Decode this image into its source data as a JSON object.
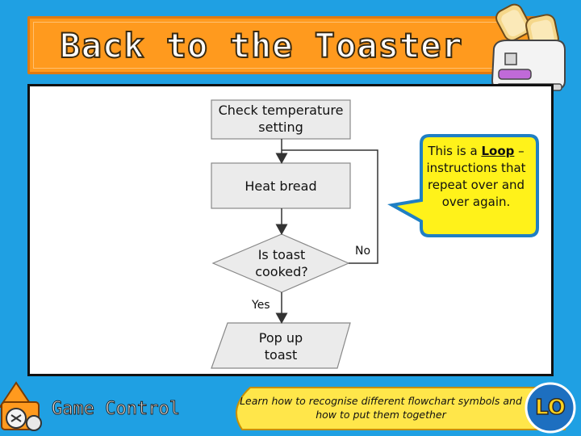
{
  "header": {
    "title": "Back to the Toaster"
  },
  "flowchart": {
    "nodes": {
      "check": "Check temperature setting",
      "heat": "Heat bread",
      "decision": "Is toast cooked?",
      "popup": "Pop up toast"
    },
    "edge_labels": {
      "no": "No",
      "yes": "Yes"
    },
    "callout": {
      "prefix": "This is a ",
      "keyword": "Loop",
      "suffix": " – instructions that repeat over and over again."
    }
  },
  "footer": {
    "game_control": "Game Control",
    "learning_objective": "Learn how to recognise different flowchart symbols and how to put them together",
    "lo_badge": "LO"
  },
  "colors": {
    "background": "#1fa0e3",
    "banner": "#ff9a1e",
    "callout": "#fff21a",
    "lo_banner": "#ffe64a"
  }
}
